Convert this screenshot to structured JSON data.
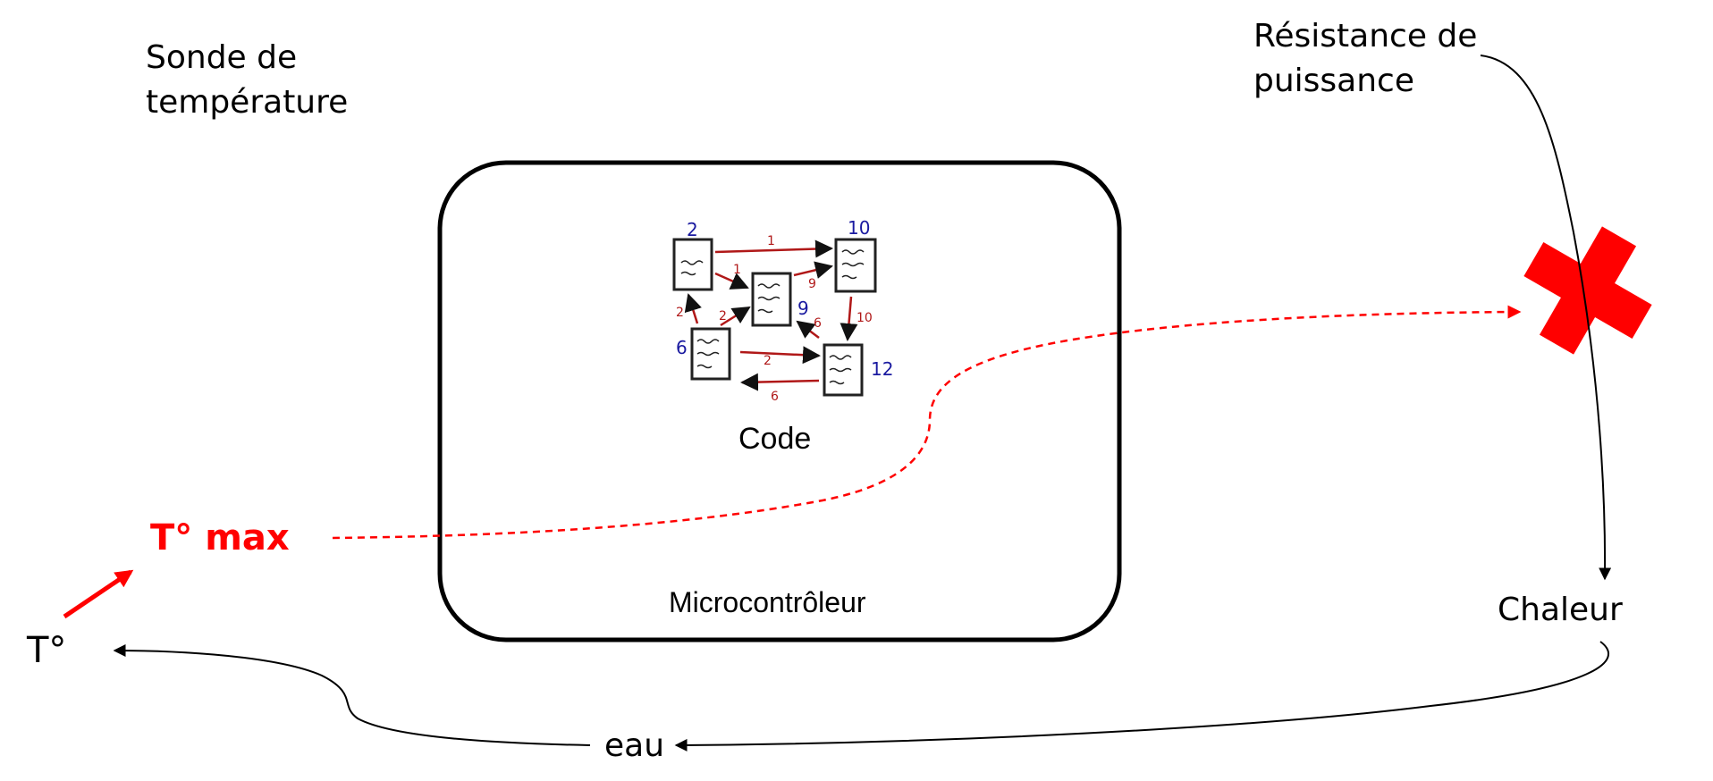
{
  "labels": {
    "sonde": "Sonde de température",
    "resistance": "Résistance de puissance",
    "tmax": "T° max",
    "tdeg": "T°",
    "chaleur": "Chaleur",
    "eau": "eau",
    "code": "Code",
    "micro": "Microcontrôleur"
  },
  "code_graph": {
    "node_numbers": [
      "2",
      "10",
      "9",
      "6",
      "12"
    ],
    "edge_labels": [
      "1",
      "1",
      "9",
      "2",
      "2",
      "6",
      "10",
      "2",
      "6"
    ]
  },
  "colors": {
    "accent_red": "#ff0000",
    "edge_red": "#b01818",
    "node_blue": "#1a1aa0",
    "ink": "#000000"
  }
}
